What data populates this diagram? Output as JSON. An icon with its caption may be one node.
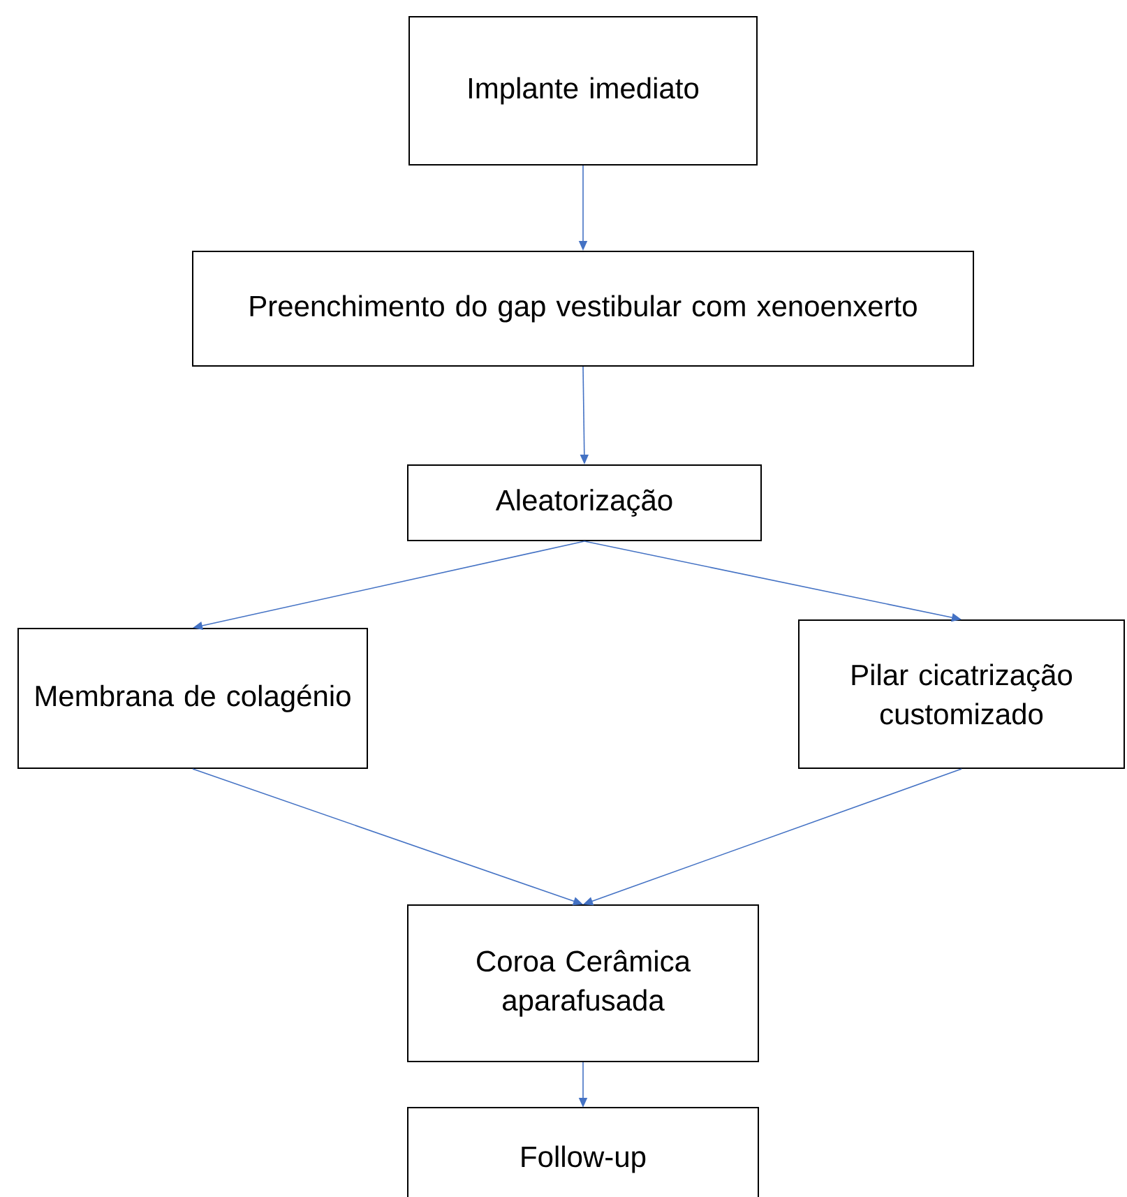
{
  "diagram": {
    "nodes": [
      {
        "text": [
          "Implante imediato"
        ]
      },
      {
        "text": [
          "Preenchimento do gap vestibular com xenoenxerto"
        ]
      },
      {
        "text": [
          "Aleatorização"
        ]
      },
      {
        "text": [
          "Membrana de colagénio"
        ]
      },
      {
        "text": [
          "Pilar cicatrização customizado"
        ]
      },
      {
        "text": [
          "Coroa Cerâmica aparafusada"
        ]
      },
      {
        "text": [
          "Follow-up"
        ]
      }
    ],
    "edges": [
      {
        "from": 0,
        "to": 1,
        "arrow": "to"
      },
      {
        "from": 1,
        "to": 2,
        "arrow": "to"
      },
      {
        "from": 2,
        "to": 3,
        "arrow": "to"
      },
      {
        "from": 2,
        "to": 4,
        "arrow": "to"
      },
      {
        "from": 3,
        "to": 5,
        "arrow": "to"
      },
      {
        "from": 4,
        "to": 5,
        "arrow": "to"
      },
      {
        "from": 5,
        "to": 6,
        "arrow": "to"
      }
    ]
  }
}
